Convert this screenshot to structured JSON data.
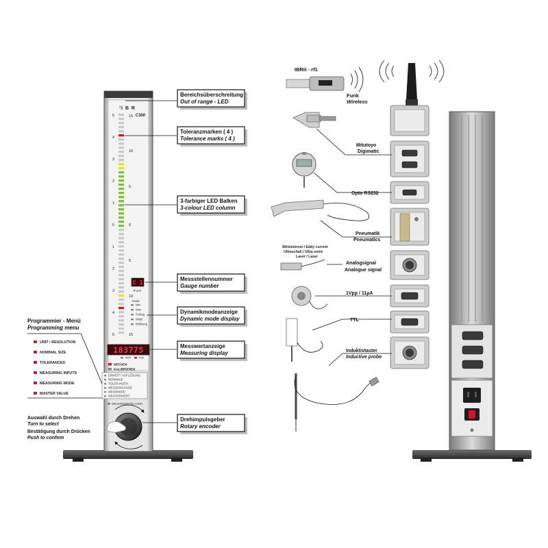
{
  "colors": {
    "led_green": "#7cc242",
    "led_yellow": "#e8e21a",
    "led_red": "#d9122a",
    "display_bg": "#3a0a0e",
    "display_digits": "#ff3344"
  },
  "front_unit": {
    "brand": "I B R",
    "model": "C300",
    "callouts": {
      "out_of_range_de": "Bereichsüberschreitung",
      "out_of_range_en": "Out of range - LED",
      "tolerance_de": "Toleranzmarken ( 4 )",
      "tolerance_en": "Tolerance marks ( 4 )",
      "led_column_de": "3-farbiger LED Balken",
      "led_column_en": "3-colour LED column",
      "gauge_number_de": "Messstellennummer",
      "gauge_number_en": "Gauge number",
      "dynamic_mode_de": "Dynamikmodeanzeige",
      "dynamic_mode_en": "Dynamic mode display",
      "measuring_display_de": "Messwertanzeige",
      "measuring_display_en": "Measuring display",
      "rotary_de": "Drehimpulsgeber",
      "rotary_en": "Rotary encoder"
    },
    "scale_left": [
      "5",
      "4",
      "3",
      "2",
      "1",
      "0",
      "1",
      "2",
      "3",
      "4",
      "5"
    ],
    "scale_right": [
      "15",
      "10",
      "5",
      "0",
      "5",
      "10",
      "15"
    ],
    "gauge_display": "C 1",
    "gauge_unit": "a/m",
    "mode_title": "Mode",
    "modes": [
      "Min",
      "Max",
      "Schlag",
      "Mittel",
      "Wölbung"
    ],
    "measuring_value": "183775",
    "units": [
      "inch",
      "mm"
    ],
    "buttons": [
      "MESSEN",
      "KALIBRIEREN"
    ],
    "submenu": [
      "EINHEIT / AUFLÖSUNG",
      "NENNMAß",
      "TOLERANZEN",
      "MESSEINGÄNGE",
      "MESSMODE",
      "MEISTERWERT"
    ],
    "reset": "GRUNDEINSTELLUNG"
  },
  "programming_menu": {
    "title_de": "Programmier - Menü",
    "title_en": "Programming menu",
    "items": [
      "UNIT / RESOLUTION",
      "NOMINAL SIZE",
      "TOLERANCES",
      "MEASURING INPUTS",
      "MEASURING MODE",
      "MASTER VALUE"
    ]
  },
  "rotary_hint": {
    "turn_de": "Auswahl durch Drehen",
    "turn_en": "Turn to select",
    "push_de": "Bestätigung durch Drücken",
    "push_en": "Push to confirm"
  },
  "interfaces": {
    "wireless_device": "IBRit - rf1",
    "wireless_de": "Funk",
    "wireless_en": "Wireless",
    "digimatic_1": "Mitutoyo",
    "digimatic_2": "Digimatic",
    "rs232": "Opto RS232",
    "pneumatic_de": "Pneumatik",
    "pneumatic_en": "Pneumatics",
    "sensor_1": "Wirbelstrom / Eddy current",
    "sensor_2": "Ultraschall / Ultra sonic",
    "sensor_3": "Laser / Laser",
    "analog_de": "Analogsignal",
    "analog_en": "Analogue signal",
    "vpp": "1Vpp / 11µA",
    "ttl": "TTL",
    "inductive_de": "Induktivtaster",
    "inductive_en": "Inductive probe"
  }
}
